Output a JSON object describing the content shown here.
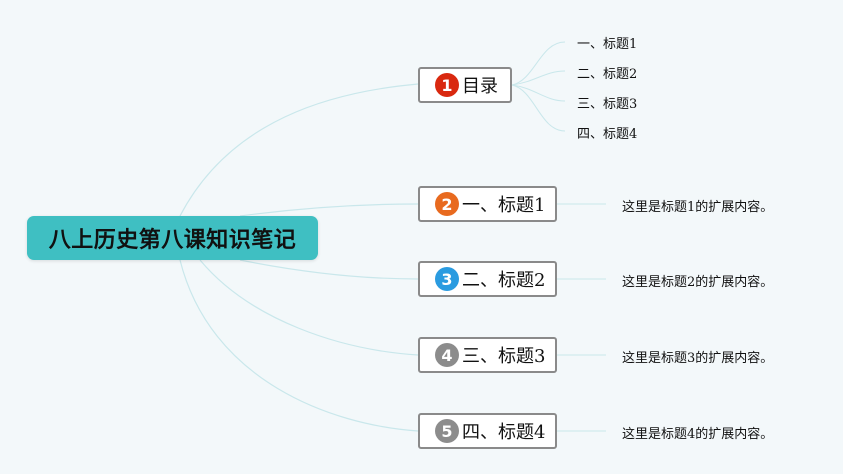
{
  "root": {
    "title": "八上历史第八课知识笔记"
  },
  "topics": [
    {
      "number": "1",
      "label": "目录",
      "badge_color": "#d9280f"
    },
    {
      "number": "2",
      "label": "一、标题1",
      "badge_color": "#e86a1f",
      "detail": "这里是标题1的扩展内容。"
    },
    {
      "number": "3",
      "label": "二、标题2",
      "badge_color": "#2a9be0",
      "detail": "这里是标题2的扩展内容。"
    },
    {
      "number": "4",
      "label": "三、标题3",
      "badge_color": "#8c8c8c",
      "detail": "这里是标题3的扩展内容。"
    },
    {
      "number": "5",
      "label": "四、标题4",
      "badge_color": "#8c8c8c",
      "detail": "这里是标题4的扩展内容。"
    }
  ],
  "toc_items": [
    "一、标题1",
    "二、标题2",
    "三、标题3",
    "四、标题4"
  ],
  "colors": {
    "background": "#f3f8fa",
    "root_fill": "#3fbfc2",
    "connector": "#c5e6ea"
  }
}
